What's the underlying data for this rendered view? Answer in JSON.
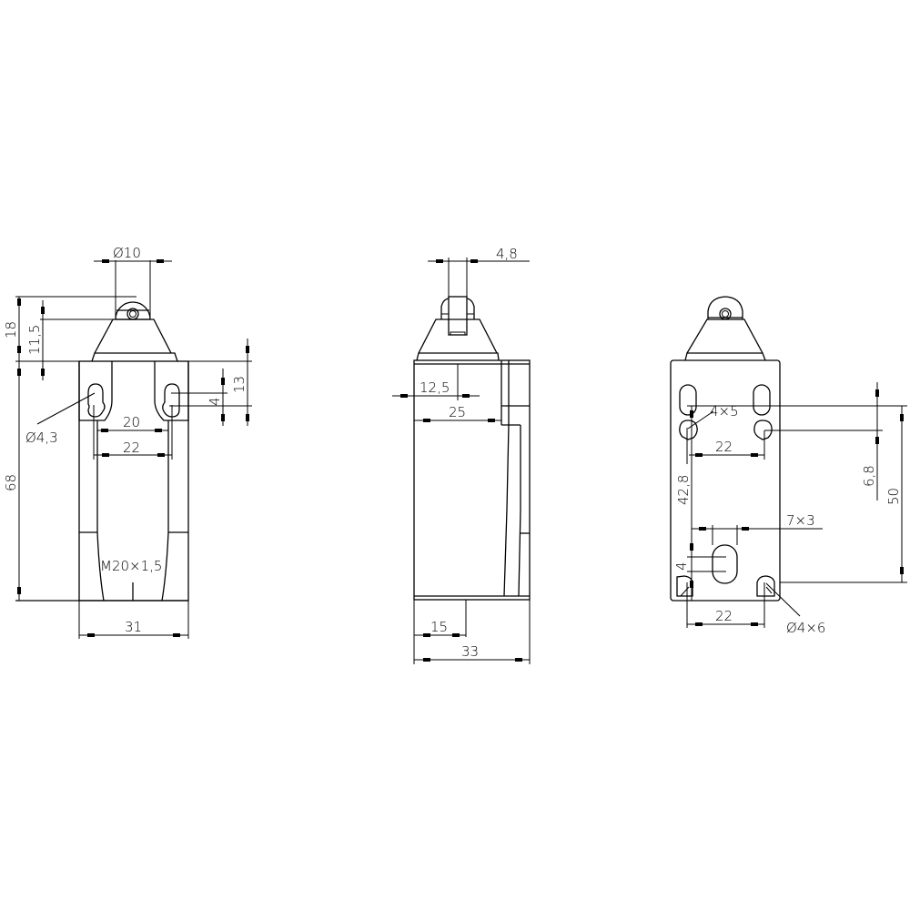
{
  "drawing": {
    "type": "technical-dimension-drawing",
    "subject": "roller plunger limit switch",
    "stroke_color": "#000000",
    "background_color": "#ffffff",
    "views": {
      "front": {
        "labels": {
          "roller_diameter": "Ø10",
          "height_total_top": "18",
          "height_actuator": "11,5",
          "body_height": "68",
          "slot_offset": "13",
          "slot_length": "4",
          "slot_hole": "Ø4,3",
          "inner_spacing": "20",
          "hole_spacing": "22",
          "thread": "M20×1,5",
          "body_width": "31"
        }
      },
      "side": {
        "labels": {
          "roller_width": "4,8",
          "actuator_offset": "12,5",
          "body_depth_upper": "25",
          "bottom_offset": "15",
          "body_depth": "33"
        }
      },
      "back": {
        "labels": {
          "upper_slot": "4×5",
          "upper_spacing": "22",
          "vertical_hole_distance": "42,8",
          "slot_offset": "6,8",
          "mounting_height": "50",
          "center_slot": "7×3",
          "slot_small": "4",
          "lower_spacing": "22",
          "lower_hole": "Ø4×6"
        }
      }
    }
  }
}
